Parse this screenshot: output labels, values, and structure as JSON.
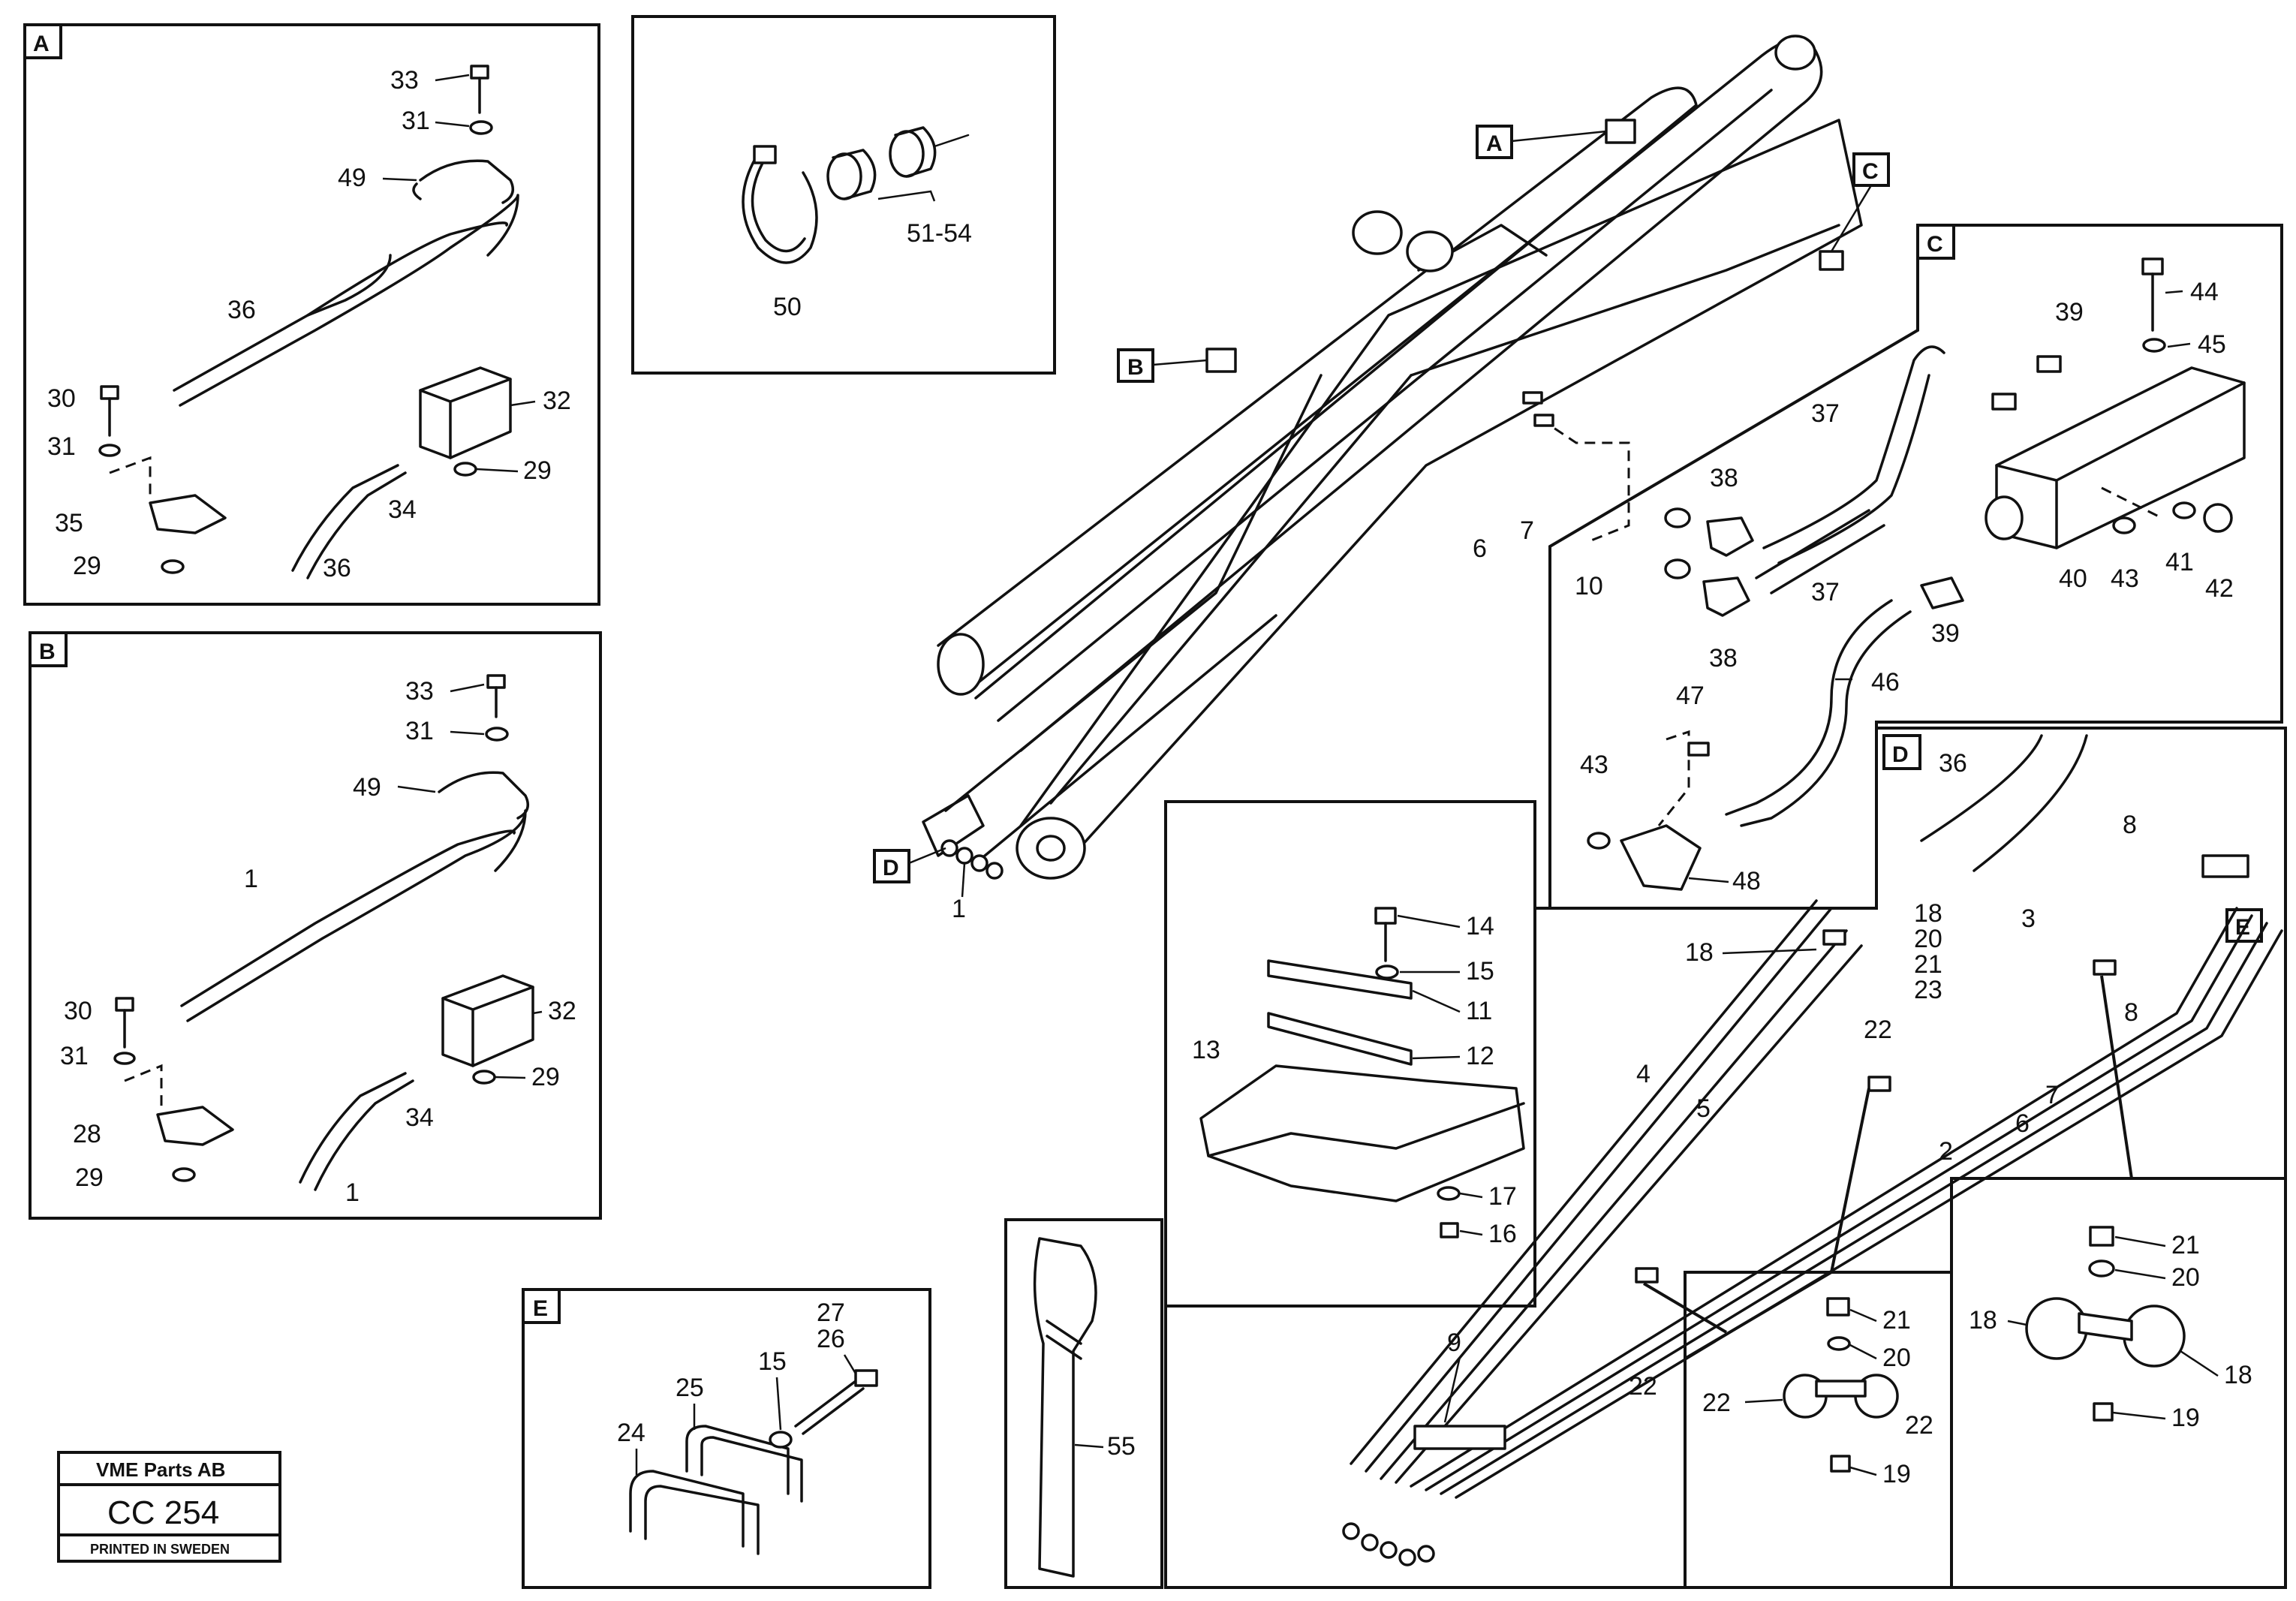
{
  "stamp": {
    "company": "VME Parts AB",
    "code": "CC 254",
    "footer": "PRINTED IN SWEDEN"
  },
  "insets": {
    "A": {
      "letter": "A",
      "labels": [
        "33",
        "31",
        "49",
        "36",
        "30",
        "31",
        "32",
        "29",
        "35",
        "34",
        "29",
        "36"
      ]
    },
    "B": {
      "letter": "B",
      "labels": [
        "33",
        "31",
        "49",
        "1",
        "30",
        "31",
        "32",
        "29",
        "28",
        "34",
        "29",
        "1"
      ]
    },
    "clamp": {
      "labels": [
        "51-54",
        "50"
      ]
    },
    "C": {
      "letter": "C",
      "labels": [
        "39",
        "44",
        "45",
        "37",
        "38",
        "6",
        "7",
        "10",
        "37",
        "40",
        "43",
        "41",
        "42",
        "38",
        "39",
        "46",
        "47",
        "43",
        "48"
      ]
    },
    "D": {
      "letter": "D",
      "labels": [
        "36"
      ]
    },
    "E": {
      "letter": "E",
      "labels": [
        "27",
        "26",
        "25",
        "15",
        "24"
      ]
    },
    "bracket": {
      "labels": [
        "14",
        "15",
        "11",
        "12",
        "13",
        "17",
        "16"
      ]
    },
    "strip": {
      "labels": [
        "55"
      ]
    },
    "clampDetail1": {
      "labels": [
        "21",
        "20",
        "22",
        "22",
        "19"
      ]
    },
    "clampDetail2": {
      "labels": [
        "21",
        "20",
        "18",
        "18",
        "19"
      ]
    }
  },
  "main": {
    "callouts": [
      "A",
      "B",
      "C",
      "D",
      "E"
    ],
    "labels": [
      "1",
      "18",
      "18",
      "20",
      "21",
      "23",
      "3",
      "8",
      "8",
      "22",
      "4",
      "5",
      "2",
      "6",
      "7",
      "9",
      "22"
    ]
  }
}
